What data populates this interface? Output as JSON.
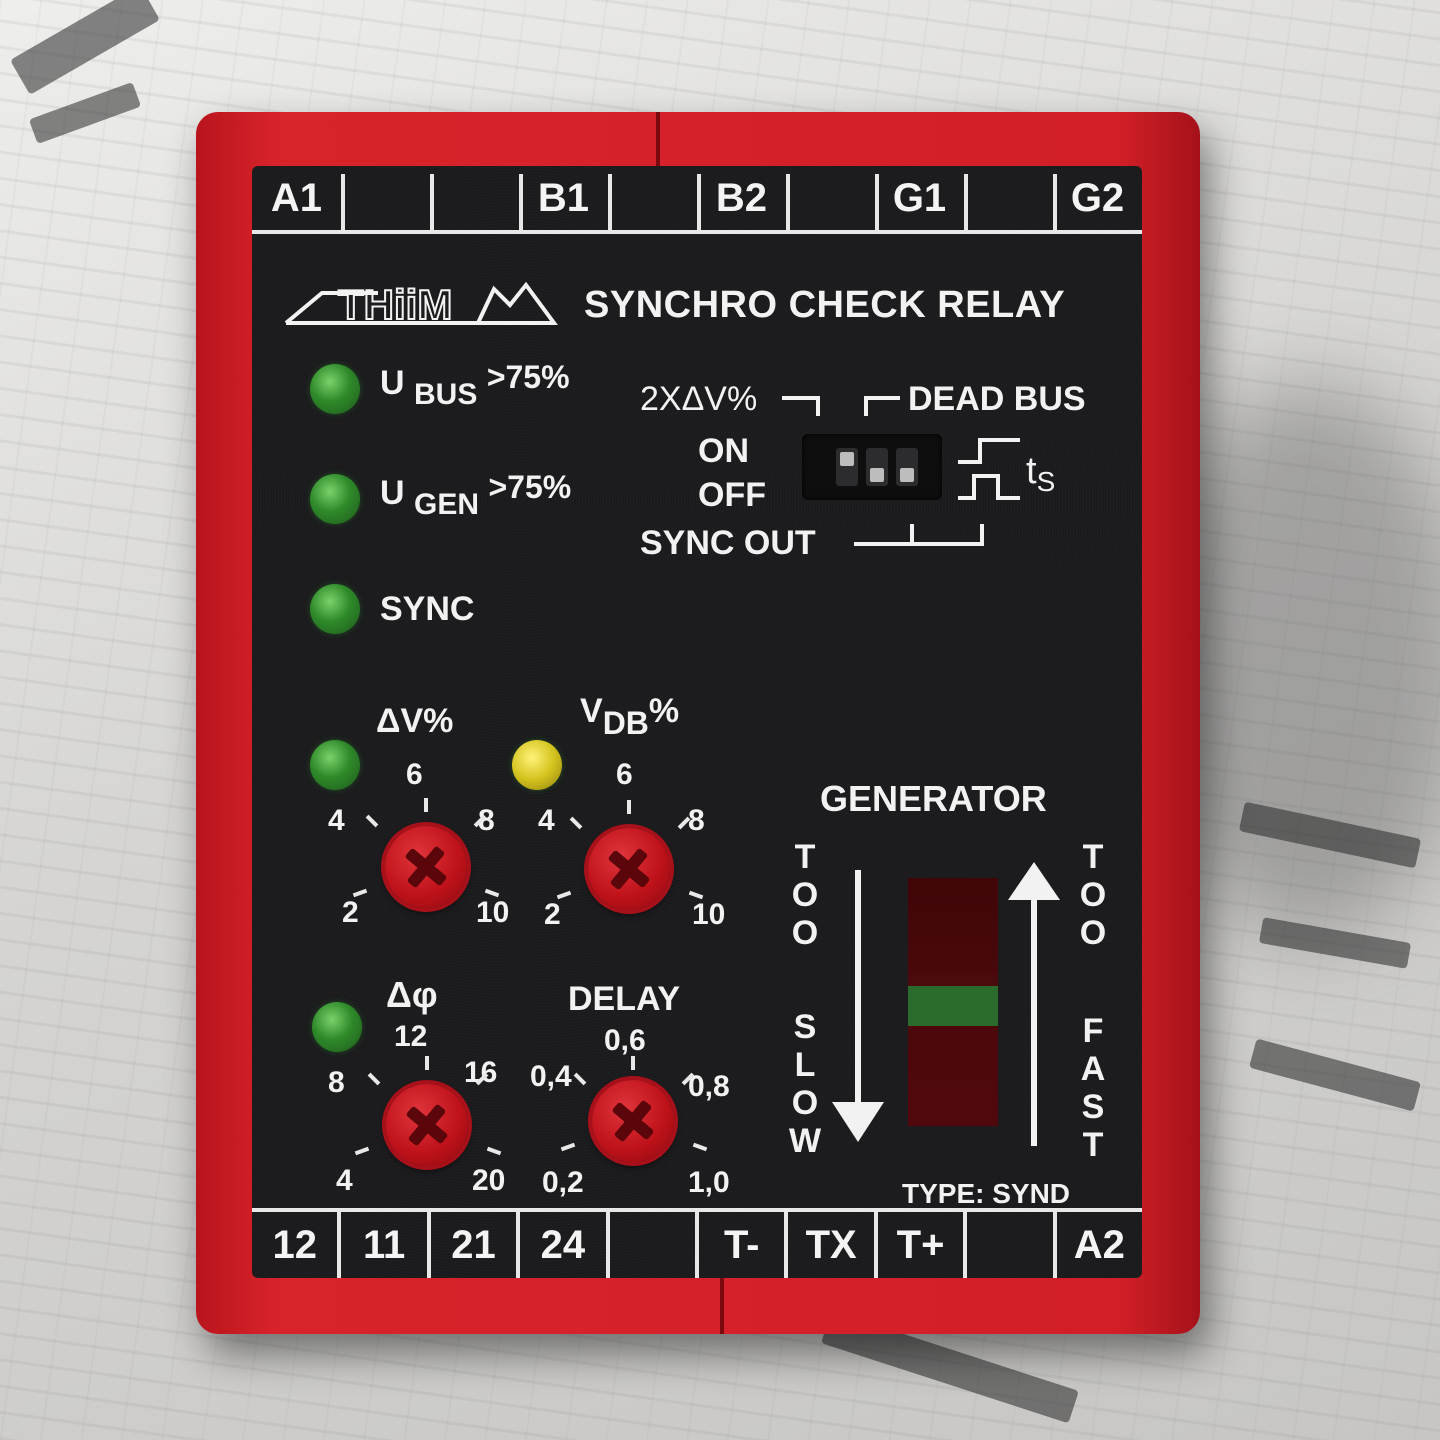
{
  "device": {
    "brand": "THiiM",
    "title": "SYNCHRO CHECK RELAY",
    "type_label": "TYPE: SYND"
  },
  "terminals": {
    "top": [
      "A1",
      "",
      "",
      "B1",
      "",
      "B2",
      "",
      "G1",
      "",
      "G2"
    ],
    "bottom": [
      "12",
      "11",
      "21",
      "24",
      "",
      "T-",
      "TX",
      "T+",
      "",
      "A2"
    ]
  },
  "indicators": {
    "ubus": {
      "main": "U",
      "sub": "BUS",
      "suffix": ">75%"
    },
    "ugen": {
      "main": "U",
      "sub": "GEN",
      "suffix": ">75%"
    },
    "sync": "SYNC"
  },
  "dip_switch": {
    "left_top": "2XΔV%",
    "right_top": "DEAD BUS",
    "on": "ON",
    "off": "OFF",
    "bottom": "SYNC OUT",
    "ts": "t",
    "ts_sub": "S"
  },
  "knobs": {
    "dv": {
      "label": "ΔV%",
      "s_min": "2",
      "s_low": "4",
      "s_mid": "6",
      "s_high": "8",
      "s_max": "10"
    },
    "vdb": {
      "label_main": "V",
      "label_sub": "DB",
      "label_suffix": "%",
      "s_min": "2",
      "s_low": "4",
      "s_mid": "6",
      "s_high": "8",
      "s_max": "10"
    },
    "dphi": {
      "label": "Δφ",
      "s_min": "4",
      "s_low": "8",
      "s_mid": "12",
      "s_high": "16",
      "s_max": "20"
    },
    "delay": {
      "label": "DELAY",
      "s_min": "0,2",
      "s_low": "0,4",
      "s_mid": "0,6",
      "s_high": "0,8",
      "s_max": "1,0"
    }
  },
  "generator": {
    "label": "GENERATOR",
    "left_word1": "TOO",
    "left_word2": "SLOW",
    "right_word1": "TOO",
    "right_word2": "FAST"
  },
  "colors": {
    "housing": "#d21f27",
    "faceplate": "#1b1b1d",
    "led_green": "#2f8a2a",
    "led_yellow": "#d4c31e",
    "knob_red": "#c0121a"
  }
}
